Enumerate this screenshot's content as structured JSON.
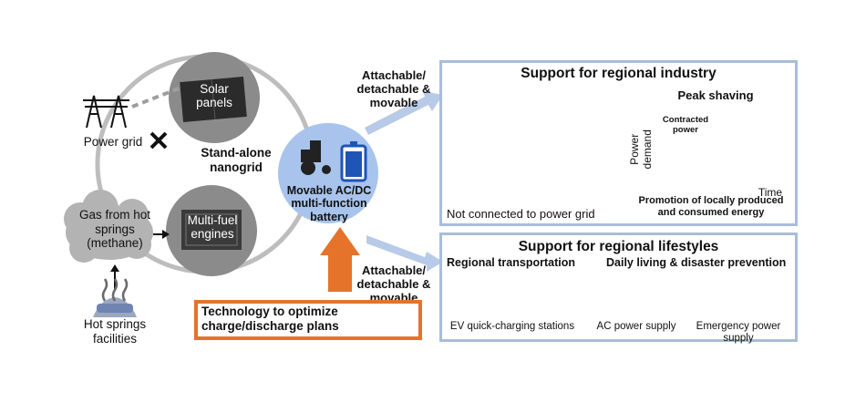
{
  "left": {
    "power_grid": "Power grid",
    "solar_panels": [
      "Solar",
      "panels"
    ],
    "stand_alone": [
      "Stand-alone",
      "nanogrid"
    ],
    "gas_source": [
      "Gas from hot",
      "springs",
      "(methane)"
    ],
    "multi_fuel": [
      "Multi-fuel",
      "engines"
    ],
    "hot_springs": [
      "Hot springs",
      "facilities"
    ]
  },
  "center": {
    "battery": [
      "Movable AC/DC",
      "multi-function",
      "battery"
    ],
    "tech": [
      "Technology to optimize",
      "charge/discharge plans"
    ]
  },
  "arrows": {
    "top_label": [
      "Attachable/",
      "detachable &",
      "movable"
    ],
    "bottom_label": [
      "Attachable/",
      "detachable &",
      "movable"
    ]
  },
  "industry": {
    "title": "Support for regional industry",
    "not_connected": "Not connected to power grid",
    "peak_shaving": "Peak shaving",
    "contracted": [
      "Contracted",
      "power"
    ],
    "y_axis": "Power demand",
    "x_axis": "Time",
    "promotion": [
      "Promotion of locally produced",
      "and consumed energy"
    ]
  },
  "lifestyles": {
    "title": "Support for regional lifestyles",
    "transport_heading": "Regional transportation",
    "daily_heading": "Daily living & disaster prevention",
    "ev_label": "EV quick-charging stations",
    "ac_label": "AC power supply",
    "emergency_label": "Emergency power supply"
  },
  "colors": {
    "gray_circle": "#8b8b8b",
    "battery_blue": "#1f55b5",
    "circle_blue": "#a8c4ec",
    "orange": "#e5732a",
    "panel_border": "#a9bdd9"
  }
}
